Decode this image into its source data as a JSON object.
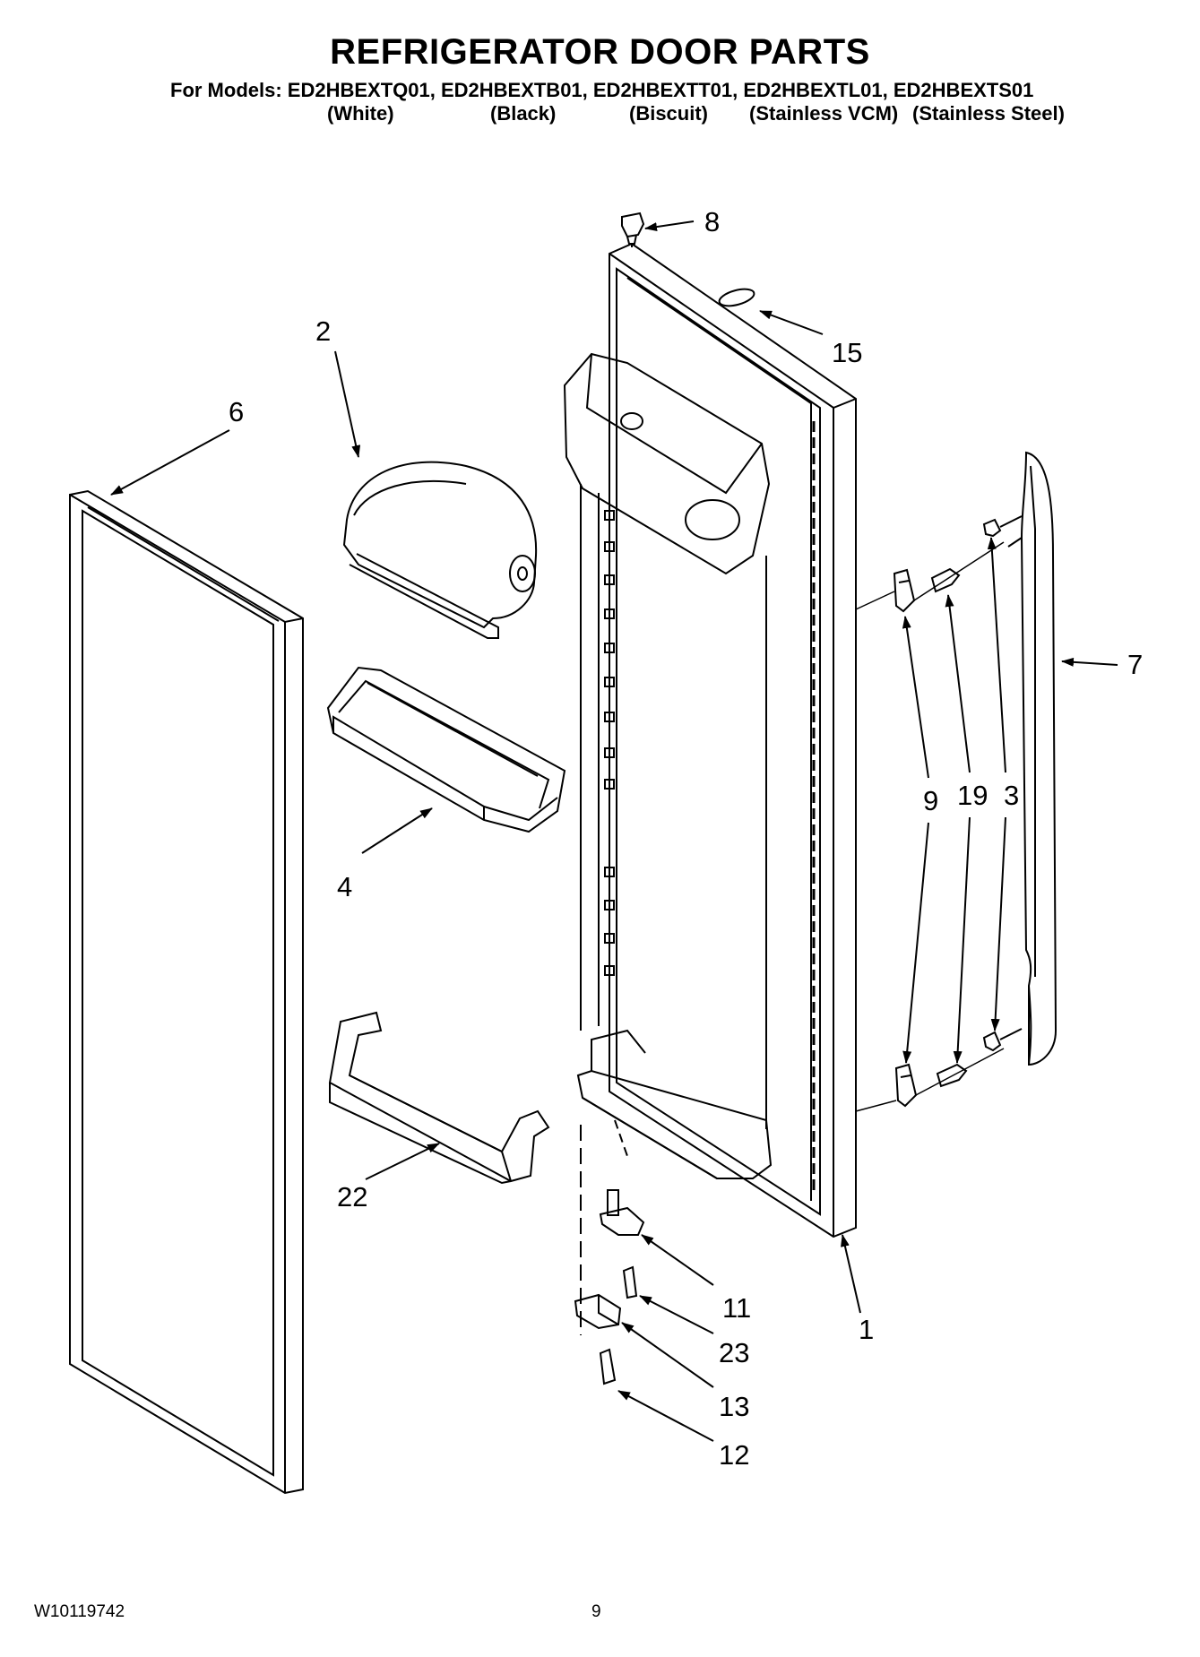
{
  "header": {
    "title": "REFRIGERATOR DOOR PARTS",
    "models_line": "For Models: ED2HBEXTQ01, ED2HBEXTB01, ED2HBEXTT01, ED2HBEXTL01, ED2HBEXTS01",
    "variants": [
      "(White)",
      "(Black)",
      "(Biscuit)",
      "(Stainless VCM)",
      "(Stainless Steel)"
    ]
  },
  "callouts": {
    "c1": "1",
    "c2": "2",
    "c3": "3",
    "c4": "4",
    "c6": "6",
    "c7": "7",
    "c8": "8",
    "c9a": "9",
    "c11": "11",
    "c12": "12",
    "c13": "13",
    "c15": "15",
    "c19": "19",
    "c22": "22",
    "c23": "23"
  },
  "footer": {
    "doc_number": "W10119742",
    "page_number": "9"
  }
}
